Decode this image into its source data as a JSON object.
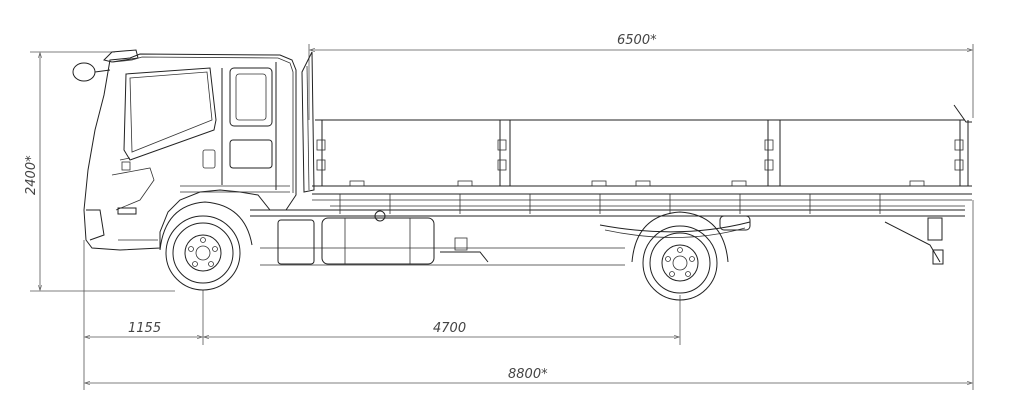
{
  "dimensions": {
    "height": "2400*",
    "body_length": "6500*",
    "front_overhang": "1155",
    "wheelbase": "4700",
    "overall_length": "8800*"
  }
}
